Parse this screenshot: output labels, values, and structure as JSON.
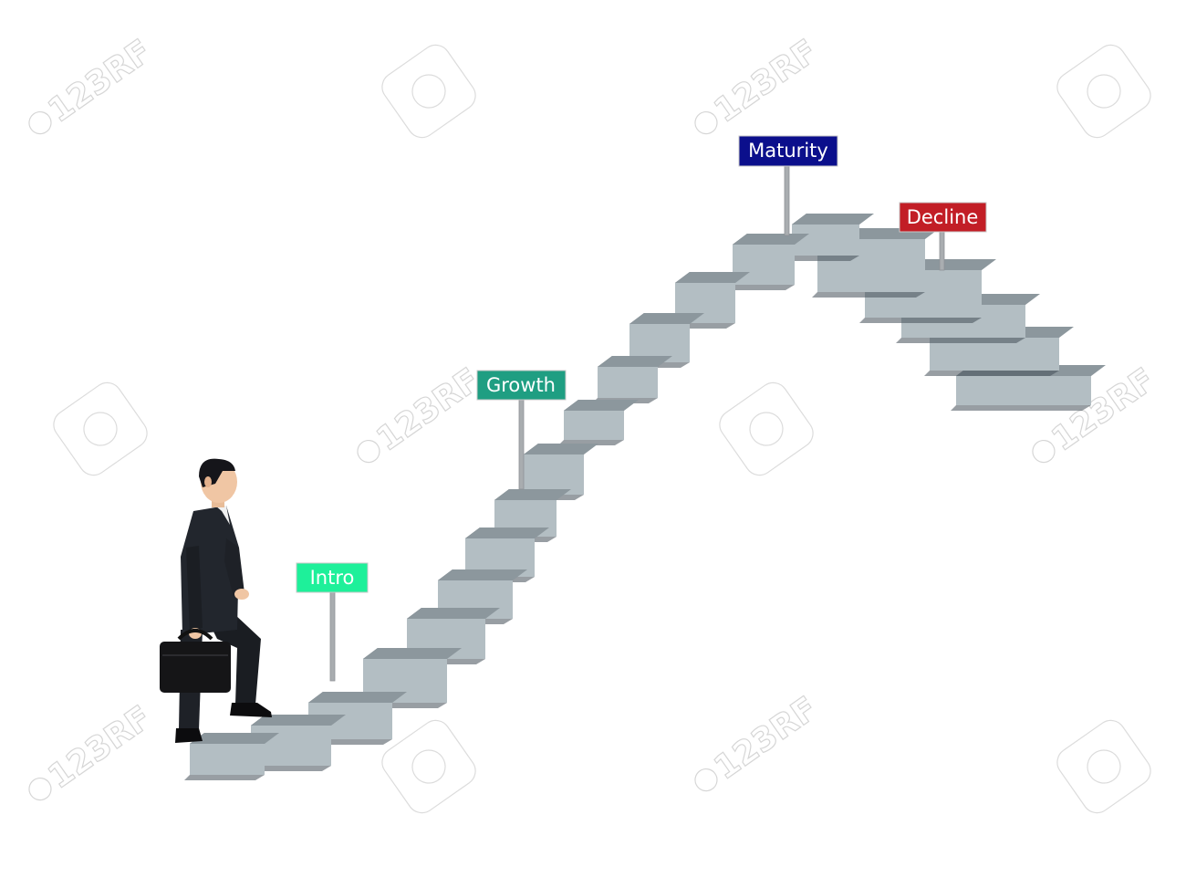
{
  "signs": {
    "intro": {
      "label": "Intro",
      "color": "#1ef09a"
    },
    "growth": {
      "label": "Growth",
      "color": "#1f9e82"
    },
    "maturity": {
      "label": "Maturity",
      "color": "#0b0f8c"
    },
    "decline": {
      "label": "Decline",
      "color": "#c21e26"
    }
  },
  "watermark": {
    "text": "123RF"
  },
  "colors": {
    "step_top": "#8c979d",
    "step_front": "#b3bec3",
    "step_side": "#434e58",
    "post": "#a9adb0",
    "suit": "#1e2127",
    "shirt": "#f1f1f1",
    "skin": "#f0c6a4",
    "hair": "#15151a"
  }
}
